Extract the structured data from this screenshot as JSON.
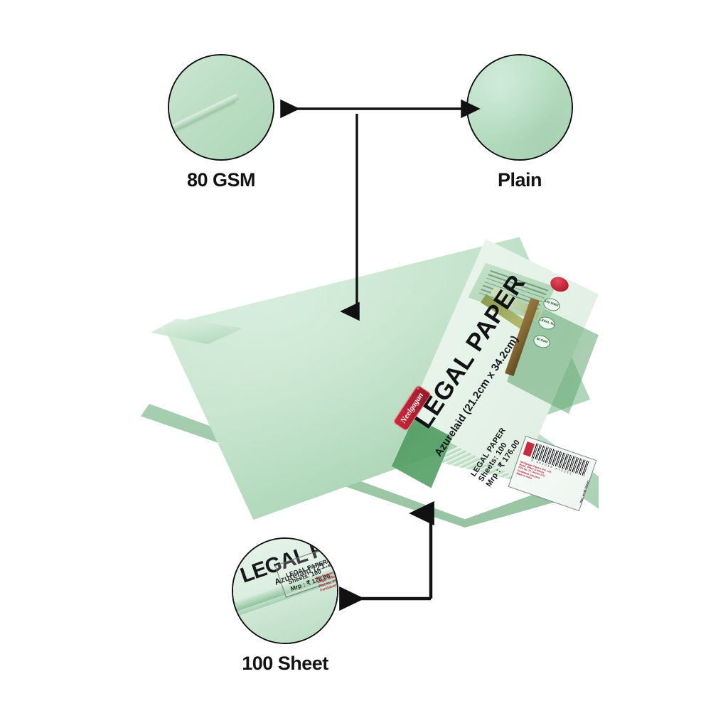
{
  "graphic": {
    "type": "product-feature-infographic",
    "background_color": "#ffffff",
    "product_color": "#b8dcc0",
    "accent_colors": {
      "paper_mint": "#b8dcc0",
      "wrapper_white": "#e9f4ec",
      "wrapper_green": "#4f9a60",
      "brand_red": "#b21f30",
      "arrow_black": "#111111"
    }
  },
  "callouts": [
    {
      "id": "gsm",
      "label": "80 GSM",
      "visual": "single mint sheet with lifted corner edge",
      "position": "top-left"
    },
    {
      "id": "plain",
      "label": "Plain",
      "visual": "flat unruled mint paper surface",
      "position": "top-right"
    },
    {
      "id": "sheets",
      "label": "100 Sheet",
      "visual": "zoomed wrapper label edge showing sheet count",
      "position": "bottom-left"
    }
  ],
  "product": {
    "brand": "Neelgagan",
    "brand_mark": "®",
    "title": "LEGAL PAPER",
    "subtitle": "Azurelaid (21.2cm x 34.2cm)",
    "info_lines": [
      "LEGAL PAPER",
      "Sheets: 100",
      "Mrp : ₹ 176.00"
    ],
    "net_note": "(Net. wt 46 Sheet)",
    "barcode_digits": "8 904016 470253",
    "red_fineprint": [
      "Neelgagan Papers Pvt. Ltd.",
      "Regd. Office & Works",
      "Plot No. 17, Sector 27C",
      "Faridabad, Haryana",
      "Made in India"
    ],
    "wrapper_badges": [
      "100 SHEETS",
      "LEGAL SIZE",
      "80 GSM"
    ],
    "wrapper_seal": "red-quality-seal"
  },
  "arrows": {
    "horizontal_double": {
      "from": "80 GSM circle",
      "to": "Plain circle",
      "heads": "both"
    },
    "vertical_down": {
      "from": "horizontal connector midpoint",
      "to": "paper top surface",
      "heads": "end"
    },
    "bottom_elbow": {
      "from": "wrapper label edge on ream",
      "to": "100 Sheet circle",
      "heads": "both-ends"
    }
  }
}
